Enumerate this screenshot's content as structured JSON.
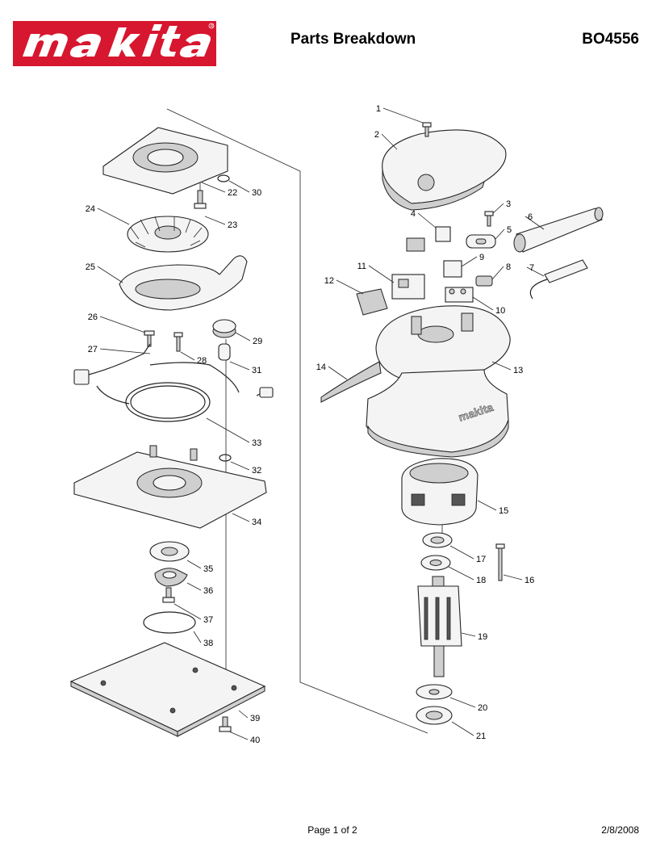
{
  "header": {
    "brand_logo_text": "makita",
    "title": "Parts Breakdown",
    "model": "BO4556"
  },
  "colors": {
    "brand_red": "#d7172f",
    "line": "#222222",
    "part_fill": "#f4f4f4",
    "part_shade": "#cfcfcf"
  },
  "parts": [
    {
      "number": "1",
      "icon": "screw-icon"
    },
    {
      "number": "2",
      "icon": "handle-cover-icon"
    },
    {
      "number": "3",
      "icon": "screw-icon"
    },
    {
      "number": "4",
      "icon": "capacitor-icon"
    },
    {
      "number": "5",
      "icon": "strain-relief-icon"
    },
    {
      "number": "6",
      "icon": "cord-guard-icon"
    },
    {
      "number": "7",
      "icon": "cord-icon"
    },
    {
      "number": "8",
      "icon": "clamp-icon"
    },
    {
      "number": "9",
      "icon": "switch-part-icon"
    },
    {
      "number": "10",
      "icon": "terminal-icon"
    },
    {
      "number": "11",
      "icon": "switch-icon"
    },
    {
      "number": "12",
      "icon": "switch-lever-icon"
    },
    {
      "number": "13",
      "icon": "motor-housing-icon"
    },
    {
      "number": "14",
      "icon": "name-plate-icon"
    },
    {
      "number": "15",
      "icon": "field-icon"
    },
    {
      "number": "16",
      "icon": "screw-icon"
    },
    {
      "number": "17",
      "icon": "bearing-icon"
    },
    {
      "number": "18",
      "icon": "insulation-washer-icon"
    },
    {
      "number": "19",
      "icon": "armature-icon"
    },
    {
      "number": "20",
      "icon": "washer-icon"
    },
    {
      "number": "21",
      "icon": "bearing-icon"
    },
    {
      "number": "22",
      "icon": "screw-icon"
    },
    {
      "number": "23",
      "icon": "screw-icon"
    },
    {
      "number": "24",
      "icon": "fan-icon"
    },
    {
      "number": "25",
      "icon": "dust-cover-icon"
    },
    {
      "number": "26",
      "icon": "screw-icon"
    },
    {
      "number": "27",
      "icon": "lead-wire-icon"
    },
    {
      "number": "28",
      "icon": "screw-icon"
    },
    {
      "number": "29",
      "icon": "rubber-pin-icon"
    },
    {
      "number": "30",
      "icon": "o-ring-icon"
    },
    {
      "number": "31",
      "icon": "rubber-pin-icon"
    },
    {
      "number": "32",
      "icon": "o-ring-icon"
    },
    {
      "number": "33",
      "icon": "ring-icon"
    },
    {
      "number": "34",
      "icon": "base-icon"
    },
    {
      "number": "35",
      "icon": "bearing-icon"
    },
    {
      "number": "36",
      "icon": "bearing-box-icon"
    },
    {
      "number": "37",
      "icon": "screw-icon"
    },
    {
      "number": "38",
      "icon": "o-ring-icon"
    },
    {
      "number": "39",
      "icon": "pad-icon"
    },
    {
      "number": "40",
      "icon": "screw-icon"
    }
  ],
  "footer": {
    "page": "Page 1 of 2",
    "date": "2/8/2008"
  }
}
